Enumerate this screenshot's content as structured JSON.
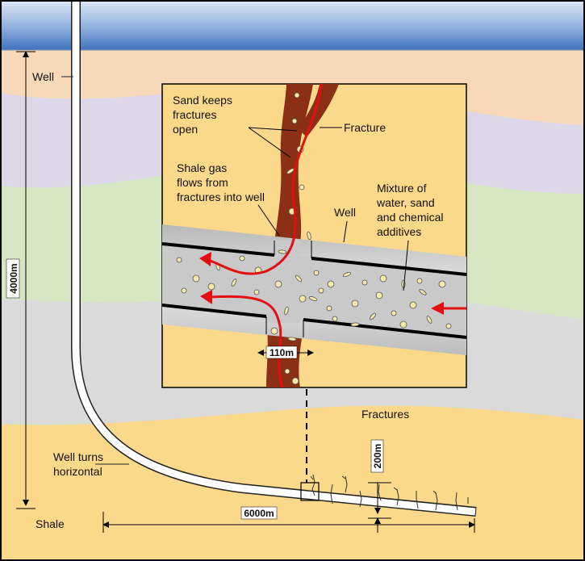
{
  "labels": {
    "well_surface": "Well",
    "depth": "4000m",
    "well_turns_line1": "Well turns",
    "well_turns_line2": "horizontal",
    "shale": "Shale",
    "horizontal_length": "6000m",
    "fracture_height": "200m",
    "fractures": "Fractures"
  },
  "inset": {
    "sand_line1": "Sand keeps",
    "sand_line2": "fractures",
    "sand_line3": "open",
    "fracture": "Fracture",
    "gas_line1": "Shale gas",
    "gas_line2": "flows from",
    "gas_line3": "fractures into well",
    "well": "Well",
    "mixture_line1": "Mixture of",
    "mixture_line2": "water, sand",
    "mixture_line3": "and chemical",
    "mixture_line4": "additives",
    "fracture_width": "110m"
  },
  "colors": {
    "sky": "#4f80c3",
    "layer_peach": "#f7d8b9",
    "layer_lavender": "#dcd6e8",
    "layer_green": "#d6e5c2",
    "layer_grey": "#dadadb",
    "layer_sand": "#fbd98b",
    "fracture_brown": "#8b2f16",
    "sand_grain": "#f2eaa6",
    "flow_arrow": "#e21010"
  }
}
